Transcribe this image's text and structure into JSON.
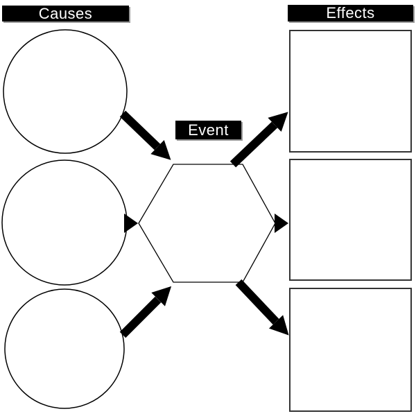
{
  "diagram": {
    "type": "cause-and-effect-graphic-organizer",
    "causes": {
      "label": "Causes",
      "items": [
        "",
        "",
        ""
      ]
    },
    "event": {
      "label": "Event",
      "value": ""
    },
    "effects": {
      "label": "Effects",
      "items": [
        "",
        "",
        ""
      ]
    },
    "connections": [
      {
        "from": "cause-1",
        "to": "event"
      },
      {
        "from": "cause-2",
        "to": "event"
      },
      {
        "from": "cause-3",
        "to": "event"
      },
      {
        "from": "event",
        "to": "effect-1"
      },
      {
        "from": "event",
        "to": "effect-2"
      },
      {
        "from": "event",
        "to": "effect-3"
      }
    ],
    "colors": {
      "label_background": "#000000",
      "label_text": "#ffffff",
      "shape_fill": "#ffffff",
      "shape_stroke": "#000000",
      "box_stroke": "#333333",
      "arrow": "#000000",
      "label_shadow": "#999999"
    }
  }
}
